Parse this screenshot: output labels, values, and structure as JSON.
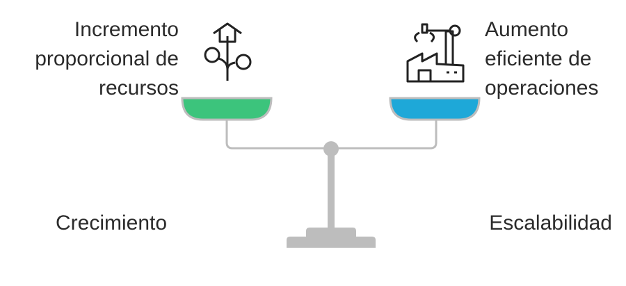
{
  "left": {
    "title": "Crecimiento",
    "description": [
      "Incremento",
      "proporcional de",
      "recursos"
    ],
    "icon": "growth-plant-icon",
    "pan_color": "#3CC47C"
  },
  "right": {
    "title": "Escalabilidad",
    "description": [
      "Aumento",
      "eficiente de",
      "operaciones"
    ],
    "icon": "factory-robot-arm-icon",
    "pan_color": "#1EA8D8"
  },
  "scale_color": "#BDBDBD"
}
